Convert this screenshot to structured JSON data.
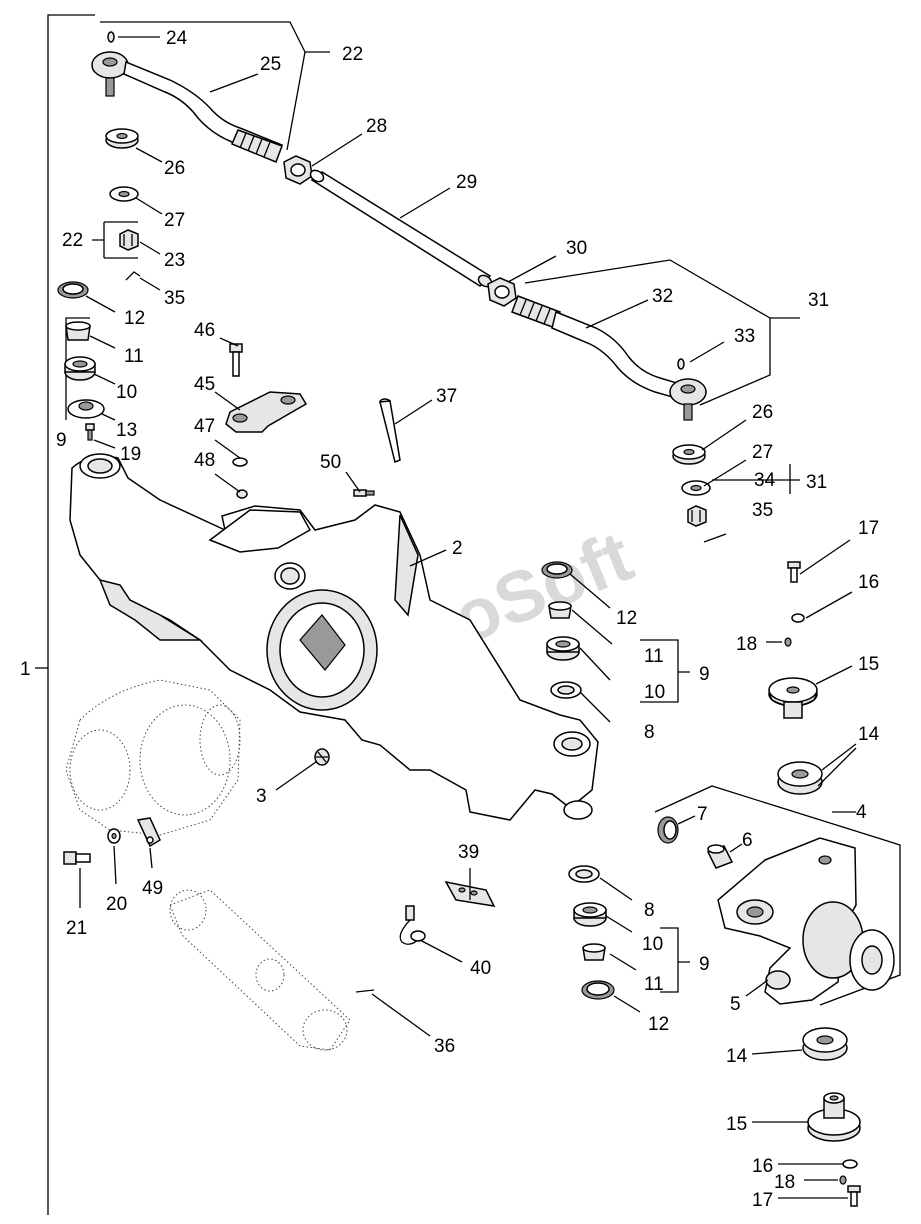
{
  "watermark": "AutoSoft",
  "callouts": [
    {
      "id": "c1",
      "text": "1"
    },
    {
      "id": "c2",
      "text": "2"
    },
    {
      "id": "c3",
      "text": "3"
    },
    {
      "id": "c4",
      "text": "4"
    },
    {
      "id": "c5",
      "text": "5"
    },
    {
      "id": "c6",
      "text": "6"
    },
    {
      "id": "c7",
      "text": "7"
    },
    {
      "id": "c8a",
      "text": "8"
    },
    {
      "id": "c8b",
      "text": "8"
    },
    {
      "id": "c9a",
      "text": "9"
    },
    {
      "id": "c9b",
      "text": "9"
    },
    {
      "id": "c9c",
      "text": "9"
    },
    {
      "id": "c10a",
      "text": "10"
    },
    {
      "id": "c10b",
      "text": "10"
    },
    {
      "id": "c10c",
      "text": "10"
    },
    {
      "id": "c11a",
      "text": "11"
    },
    {
      "id": "c11b",
      "text": "11"
    },
    {
      "id": "c11c",
      "text": "11"
    },
    {
      "id": "c12a",
      "text": "12"
    },
    {
      "id": "c12b",
      "text": "12"
    },
    {
      "id": "c12c",
      "text": "12"
    },
    {
      "id": "c13",
      "text": "13"
    },
    {
      "id": "c14a",
      "text": "14"
    },
    {
      "id": "c14b",
      "text": "14"
    },
    {
      "id": "c15a",
      "text": "15"
    },
    {
      "id": "c15b",
      "text": "15"
    },
    {
      "id": "c16a",
      "text": "16"
    },
    {
      "id": "c16b",
      "text": "16"
    },
    {
      "id": "c17a",
      "text": "17"
    },
    {
      "id": "c17b",
      "text": "17"
    },
    {
      "id": "c18a",
      "text": "18"
    },
    {
      "id": "c18b",
      "text": "18"
    },
    {
      "id": "c19",
      "text": "19"
    },
    {
      "id": "c20",
      "text": "20"
    },
    {
      "id": "c21",
      "text": "21"
    },
    {
      "id": "c22a",
      "text": "22"
    },
    {
      "id": "c22b",
      "text": "22"
    },
    {
      "id": "c23",
      "text": "23"
    },
    {
      "id": "c24",
      "text": "24"
    },
    {
      "id": "c25",
      "text": "25"
    },
    {
      "id": "c26a",
      "text": "26"
    },
    {
      "id": "c26b",
      "text": "26"
    },
    {
      "id": "c27a",
      "text": "27"
    },
    {
      "id": "c27b",
      "text": "27"
    },
    {
      "id": "c28",
      "text": "28"
    },
    {
      "id": "c29",
      "text": "29"
    },
    {
      "id": "c30",
      "text": "30"
    },
    {
      "id": "c31a",
      "text": "31"
    },
    {
      "id": "c31b",
      "text": "31"
    },
    {
      "id": "c32",
      "text": "32"
    },
    {
      "id": "c33",
      "text": "33"
    },
    {
      "id": "c34",
      "text": "34"
    },
    {
      "id": "c35a",
      "text": "35"
    },
    {
      "id": "c35b",
      "text": "35"
    },
    {
      "id": "c36",
      "text": "36"
    },
    {
      "id": "c37",
      "text": "37"
    },
    {
      "id": "c39",
      "text": "39"
    },
    {
      "id": "c40",
      "text": "40"
    },
    {
      "id": "c45",
      "text": "45"
    },
    {
      "id": "c46",
      "text": "46"
    },
    {
      "id": "c47",
      "text": "47"
    },
    {
      "id": "c48",
      "text": "48"
    },
    {
      "id": "c49",
      "text": "49"
    },
    {
      "id": "c50",
      "text": "50"
    }
  ]
}
